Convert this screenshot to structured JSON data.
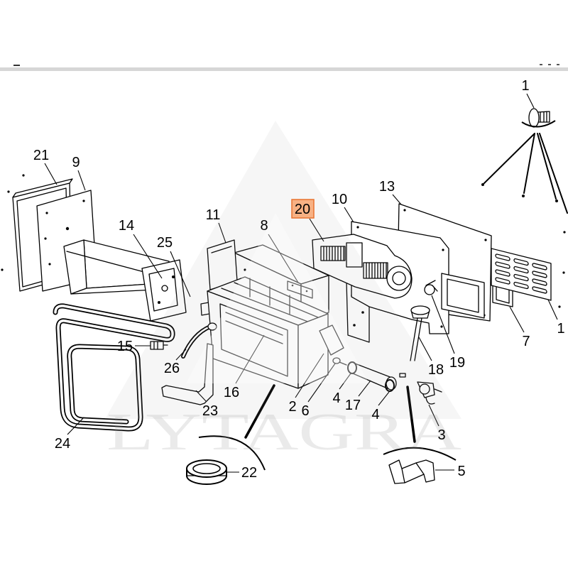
{
  "diagram": {
    "callouts": [
      {
        "label": "1"
      },
      {
        "label": "21"
      },
      {
        "label": "9"
      },
      {
        "label": "13"
      },
      {
        "label": "10"
      },
      {
        "label": "20",
        "highlighted": true
      },
      {
        "label": "11"
      },
      {
        "label": "8"
      },
      {
        "label": "14"
      },
      {
        "label": "25"
      },
      {
        "label": "7"
      },
      {
        "label": "1"
      },
      {
        "label": "19"
      },
      {
        "label": "18"
      },
      {
        "label": "15"
      },
      {
        "label": "26"
      },
      {
        "label": "16"
      },
      {
        "label": "2"
      },
      {
        "label": "6"
      },
      {
        "label": "4"
      },
      {
        "label": "17"
      },
      {
        "label": "4"
      },
      {
        "label": "3"
      },
      {
        "label": "23"
      },
      {
        "label": "24"
      },
      {
        "label": "22"
      },
      {
        "label": "5"
      }
    ]
  },
  "watermark": {
    "text": "LYTAGRA"
  },
  "colors": {
    "highlight_fill": "#f7b184",
    "highlight_border": "#e9722e",
    "line": "#000000",
    "separator": "#d6d6d6"
  }
}
